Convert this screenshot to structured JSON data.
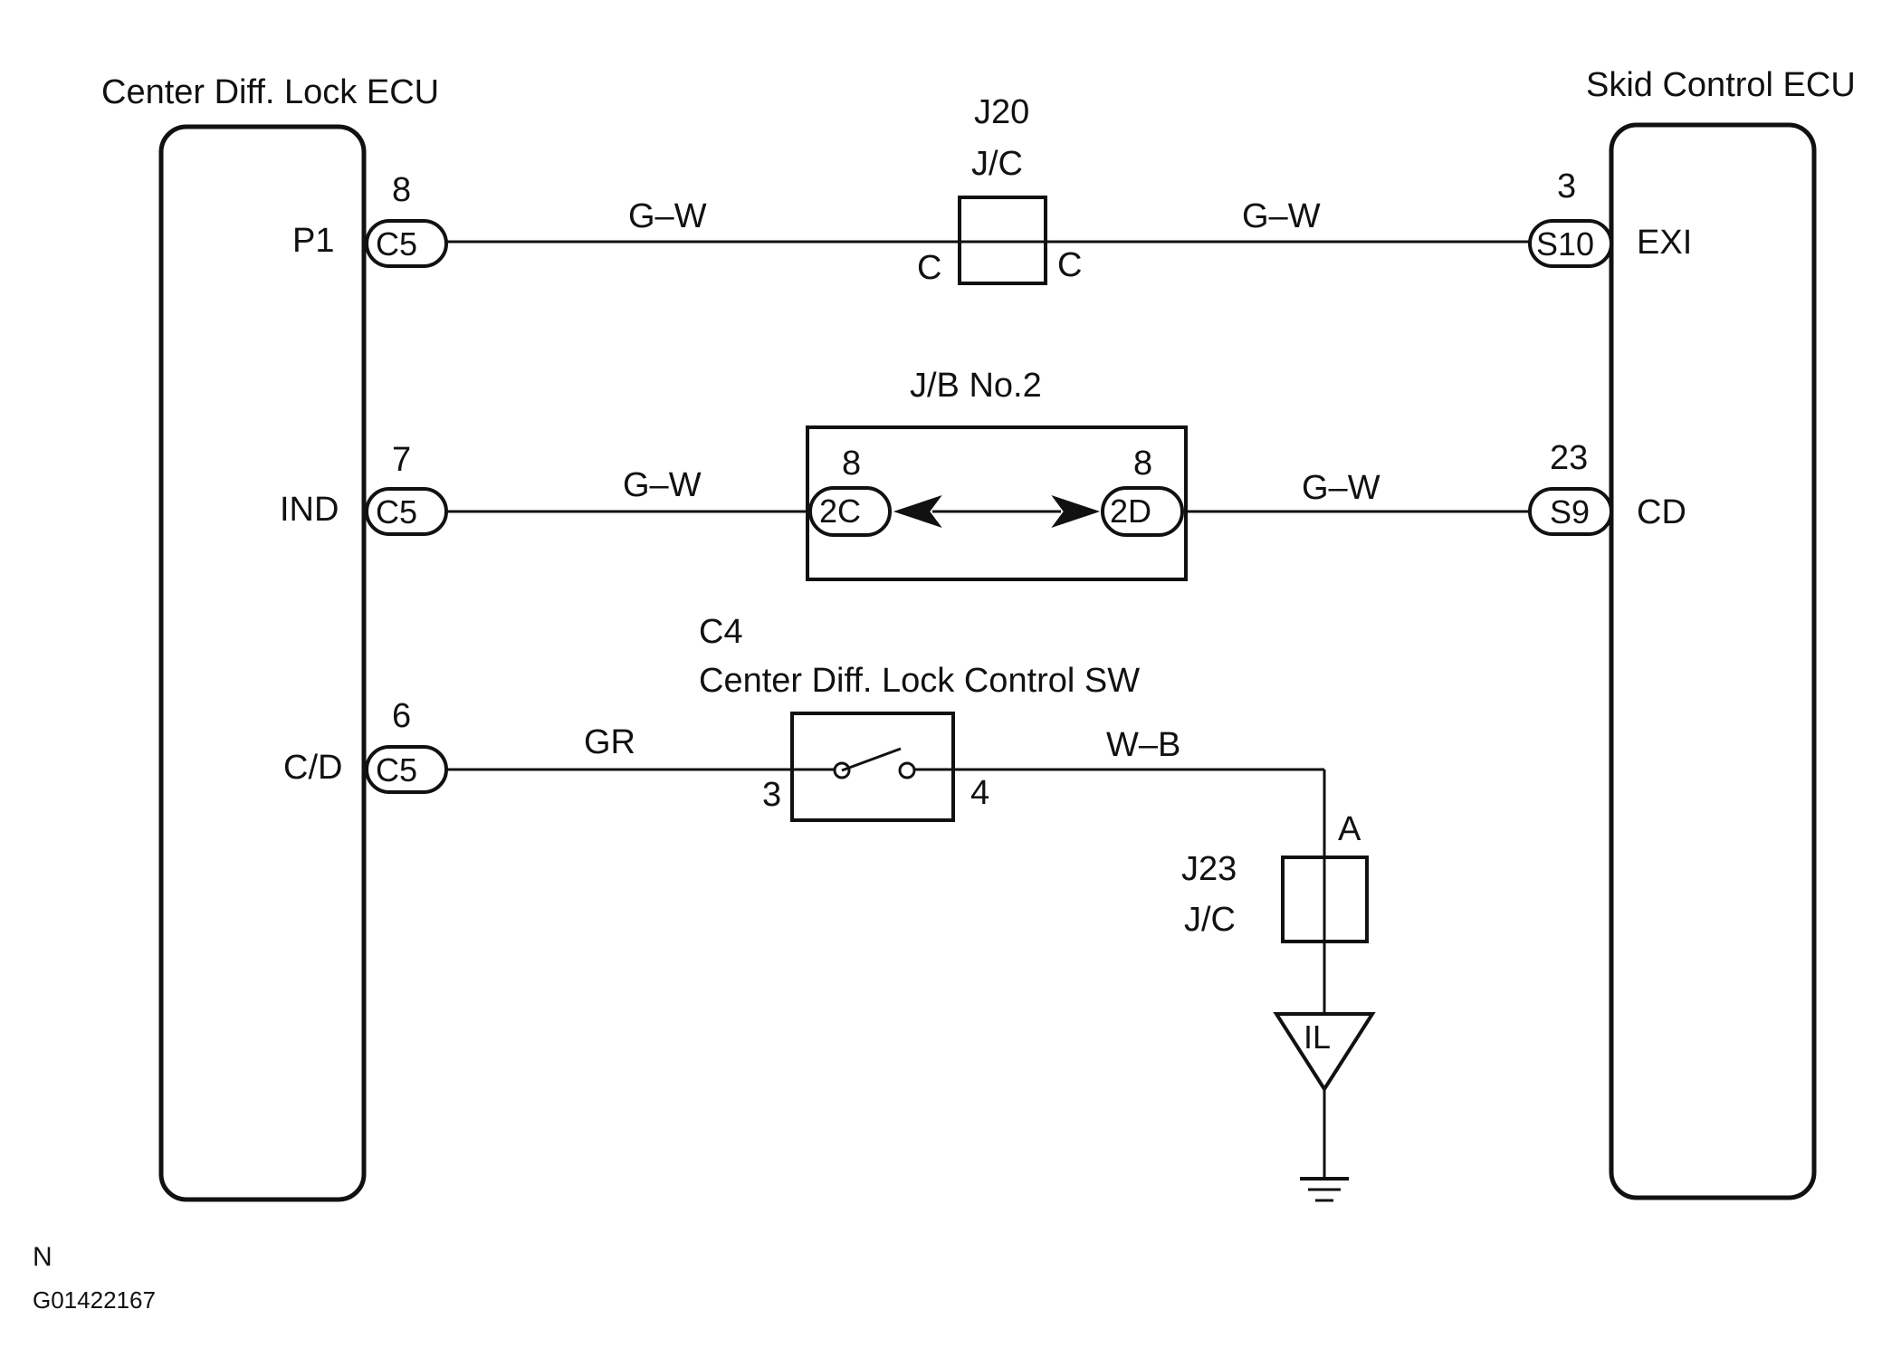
{
  "left_ecu": {
    "title": "Center Diff. Lock ECU",
    "terminals": [
      {
        "name": "P1",
        "pin": "8",
        "connector": "C5"
      },
      {
        "name": "IND",
        "pin": "7",
        "connector": "C5"
      },
      {
        "name": "C/D",
        "pin": "6",
        "connector": "C5"
      }
    ]
  },
  "right_ecu": {
    "title": "Skid Control ECU",
    "terminals": [
      {
        "name": "EXI",
        "pin": "3",
        "connector": "S10"
      },
      {
        "name": "CD",
        "pin": "23",
        "connector": "S9"
      }
    ]
  },
  "wires": {
    "p1_left": "G–W",
    "p1_right": "G–W",
    "ind_left": "G–W",
    "ind_right": "G–W",
    "cd_left": "GR",
    "cd_right": "W–B"
  },
  "j20": {
    "id": "J20",
    "type": "J/C",
    "left_pin": "C",
    "right_pin": "C"
  },
  "jb2": {
    "title": "J/B No.2",
    "left_pin": "8",
    "left_conn": "2C",
    "right_pin": "8",
    "right_conn": "2D"
  },
  "switch": {
    "id": "C4",
    "name": "Center Diff. Lock Control  SW",
    "pin_left": "3",
    "pin_right": "4"
  },
  "j23": {
    "id": "J23",
    "type": "J/C",
    "pin": "A"
  },
  "ground": {
    "label": "IL"
  },
  "footer": {
    "code": "N",
    "figure_id": "G01422167"
  }
}
